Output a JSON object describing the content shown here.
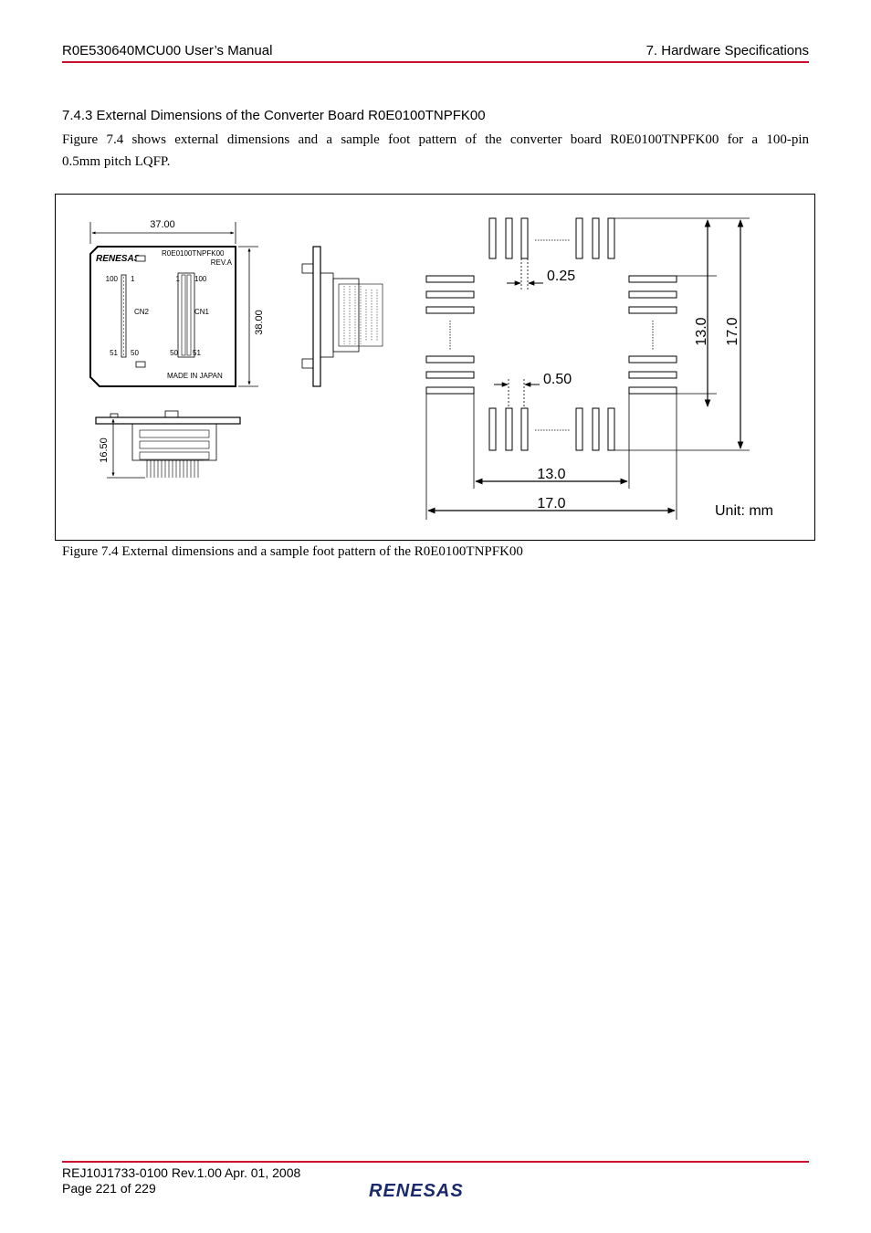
{
  "header": {
    "left": "R0E530640MCU00 User’s Manual",
    "right": "7. Hardware Specifications"
  },
  "section": {
    "title": "7.4.3 External Dimensions of the Converter Board R0E0100TNPFK00",
    "paragraph_line1": "Figure 7.4 shows external dimensions and a sample foot pattern of the converter board R0E0100TNPFK00 for a 100-pin",
    "paragraph_line2": "0.5mm pitch LQFP."
  },
  "figure": {
    "board": {
      "width_dim": "37.00",
      "height_dim": "38.00",
      "depth_dim": "16.50",
      "model": "R0E0100TNPFK00",
      "rev": "REV.A",
      "logo": "RENESAS",
      "cn2": {
        "label": "CN2",
        "pin_tl": "100",
        "pin_tr": "1",
        "pin_bl": "51",
        "pin_br": "50"
      },
      "cn1": {
        "label": "CN1",
        "pin_tl": "1",
        "pin_tr": "100",
        "pin_bl": "50",
        "pin_br": "51"
      },
      "made_in": "MADE IN JAPAN"
    },
    "footprint": {
      "pad_width": "0.25",
      "pitch": "0.50",
      "inner_h": "13.0",
      "outer_h": "17.0",
      "inner_v": "13.0",
      "outer_v": "17.0",
      "unit": "Unit: mm"
    },
    "caption": "Figure 7.4 External dimensions and a sample foot pattern of the R0E0100TNPFK00"
  },
  "footer": {
    "doc_line": "REJ10J1733-0100    Rev.1.00    Apr. 01, 2008",
    "page_line": "Page 221 of 229",
    "logo": "RENESAS"
  },
  "colors": {
    "accent_line": "#c8102e"
  }
}
